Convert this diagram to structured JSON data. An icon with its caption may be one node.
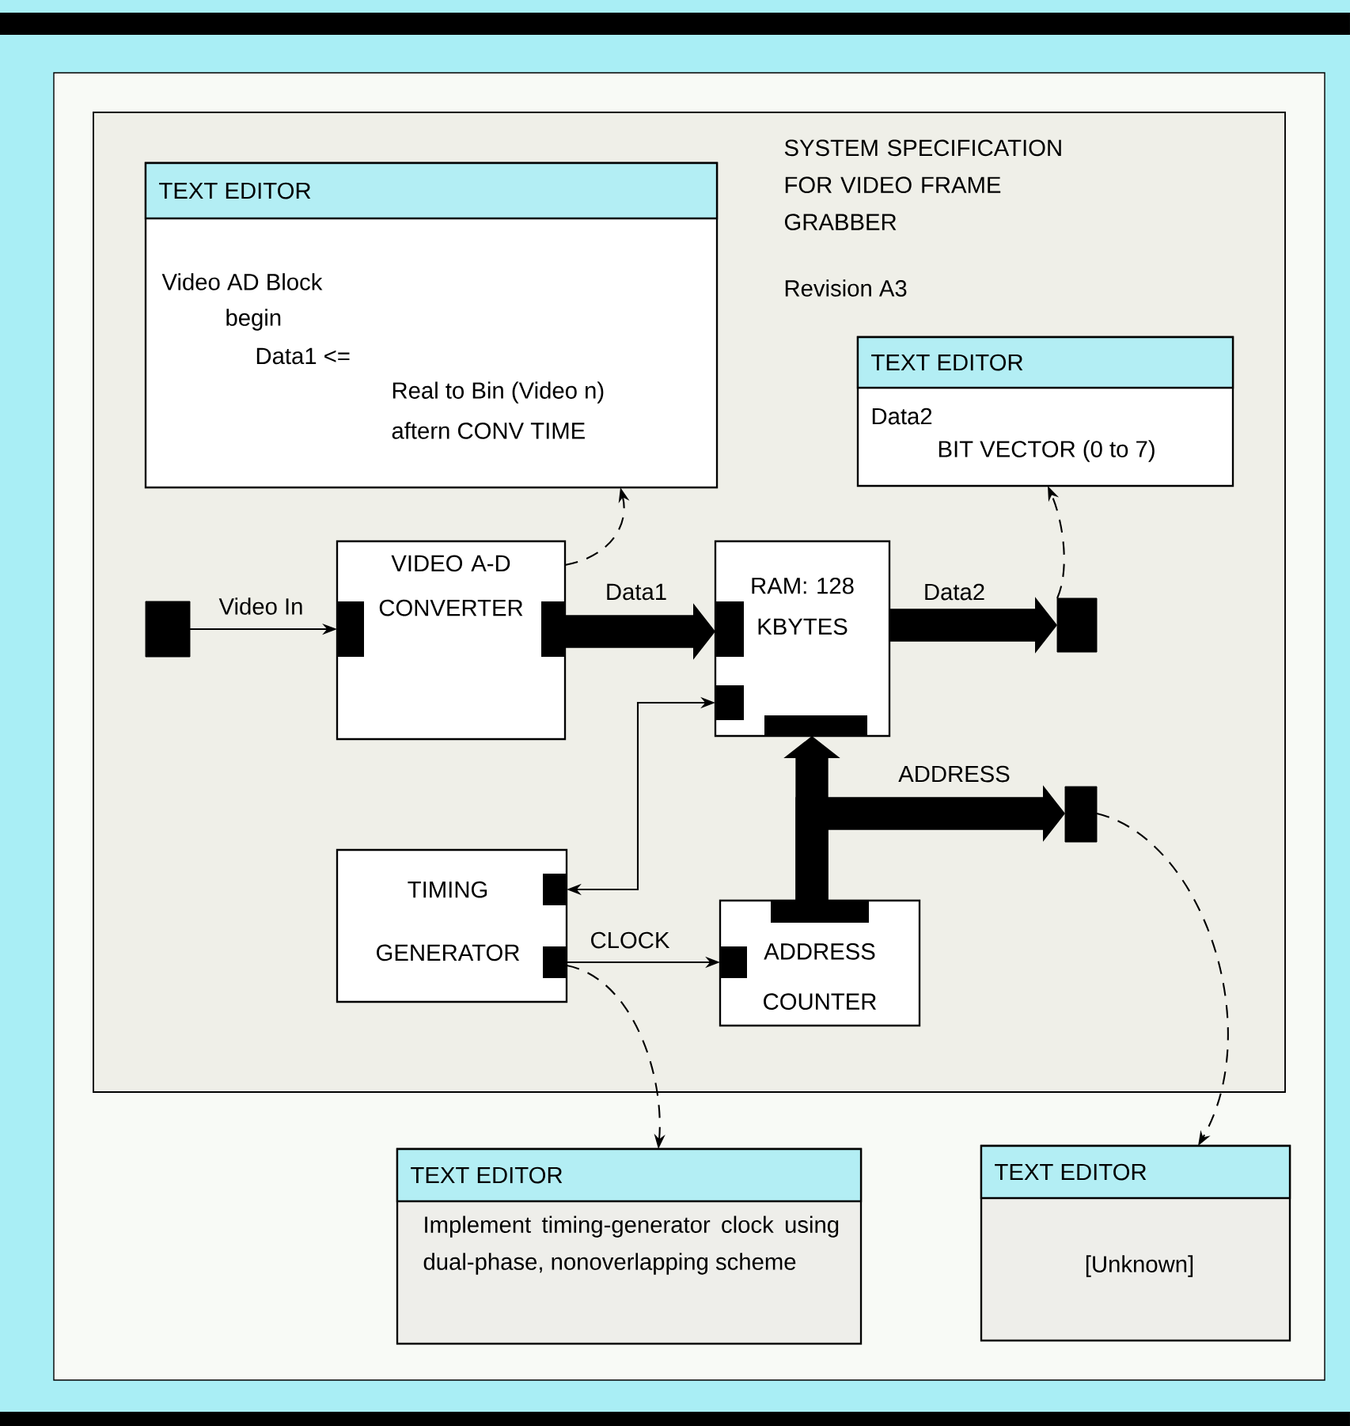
{
  "diagram": {
    "nodes": [
      {
        "text": [
          "TEXT EDITOR",
          "Video AD Block",
          "begin",
          "Data1 <=",
          "Real to Bin (Video n)",
          "aftern CONV TIME"
        ]
      },
      {
        "text": [
          "TEXT EDITOR",
          "Data2",
          "BIT VECTOR (0 to 7)"
        ]
      },
      {
        "text": [],
        "shape": "box"
      },
      {
        "text": [
          "VIDEO A-D CONVERTER"
        ]
      },
      {
        "text": [
          "RAM: 128 KBYTES"
        ]
      },
      {
        "text": [],
        "shape": "box"
      },
      {
        "text": [],
        "shape": "box"
      },
      {
        "text": [
          "TIMING GENERATOR"
        ]
      },
      {
        "text": [
          "ADDRESS COUNTER"
        ]
      },
      {
        "text": [
          "TEXT EDITOR",
          "Implement timing-generator clock using dual-phase, nonoverlapping scheme"
        ]
      },
      {
        "text": [
          "TEXT EDITOR",
          "[Unknown]"
        ]
      }
    ],
    "edges": [
      {
        "from": 2,
        "to": 3,
        "arrow": "to",
        "label": "Video In"
      },
      {
        "from": 3,
        "to": 4,
        "arrow": "to",
        "label": "Data1",
        "style": "thick"
      },
      {
        "from": 4,
        "to": 5,
        "arrow": "to",
        "label": "Data2",
        "style": "thick"
      },
      {
        "from": 7,
        "to": 4,
        "arrow": "both"
      },
      {
        "from": 7,
        "to": 8,
        "arrow": "to",
        "label": "CLOCK"
      },
      {
        "from": 8,
        "to": 4,
        "arrow": "to",
        "style": "thick"
      },
      {
        "from": 8,
        "to": 6,
        "arrow": "to",
        "label": "ADDRESS",
        "style": "thick"
      },
      {
        "from": 3,
        "to": 0,
        "arrow": "to",
        "style": "dashed"
      },
      {
        "from": 5,
        "to": 1,
        "arrow": "to",
        "style": "dashed"
      },
      {
        "from": 7,
        "to": 9,
        "arrow": "to",
        "style": "dashed"
      },
      {
        "from": 6,
        "to": 10,
        "arrow": "to",
        "style": "dashed"
      }
    ],
    "labels": [
      "SYSTEM SPECIFICATION FOR VIDEO FRAME GRABBER",
      "Revision A3"
    ]
  }
}
